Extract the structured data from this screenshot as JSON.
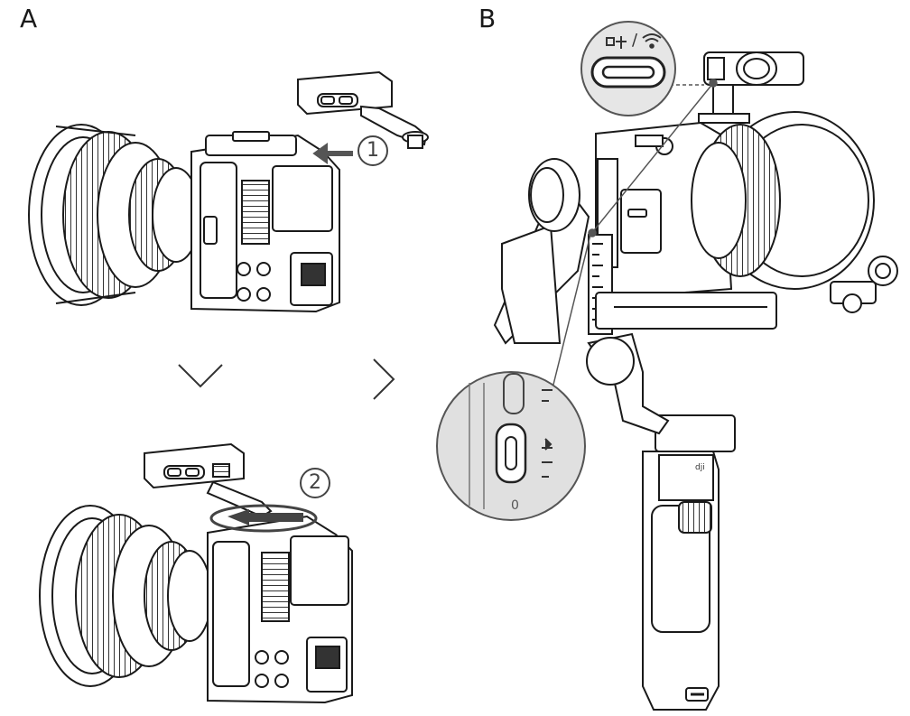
{
  "panels": {
    "a": {
      "label": "A"
    },
    "b": {
      "label": "B"
    }
  },
  "steps": {
    "one": "1",
    "two": "2"
  },
  "port_callout": {
    "separator": "/",
    "icons": [
      "dji-link-icon",
      "wifi-icon"
    ]
  },
  "zoom_callout": {
    "scale_mark": "0"
  }
}
